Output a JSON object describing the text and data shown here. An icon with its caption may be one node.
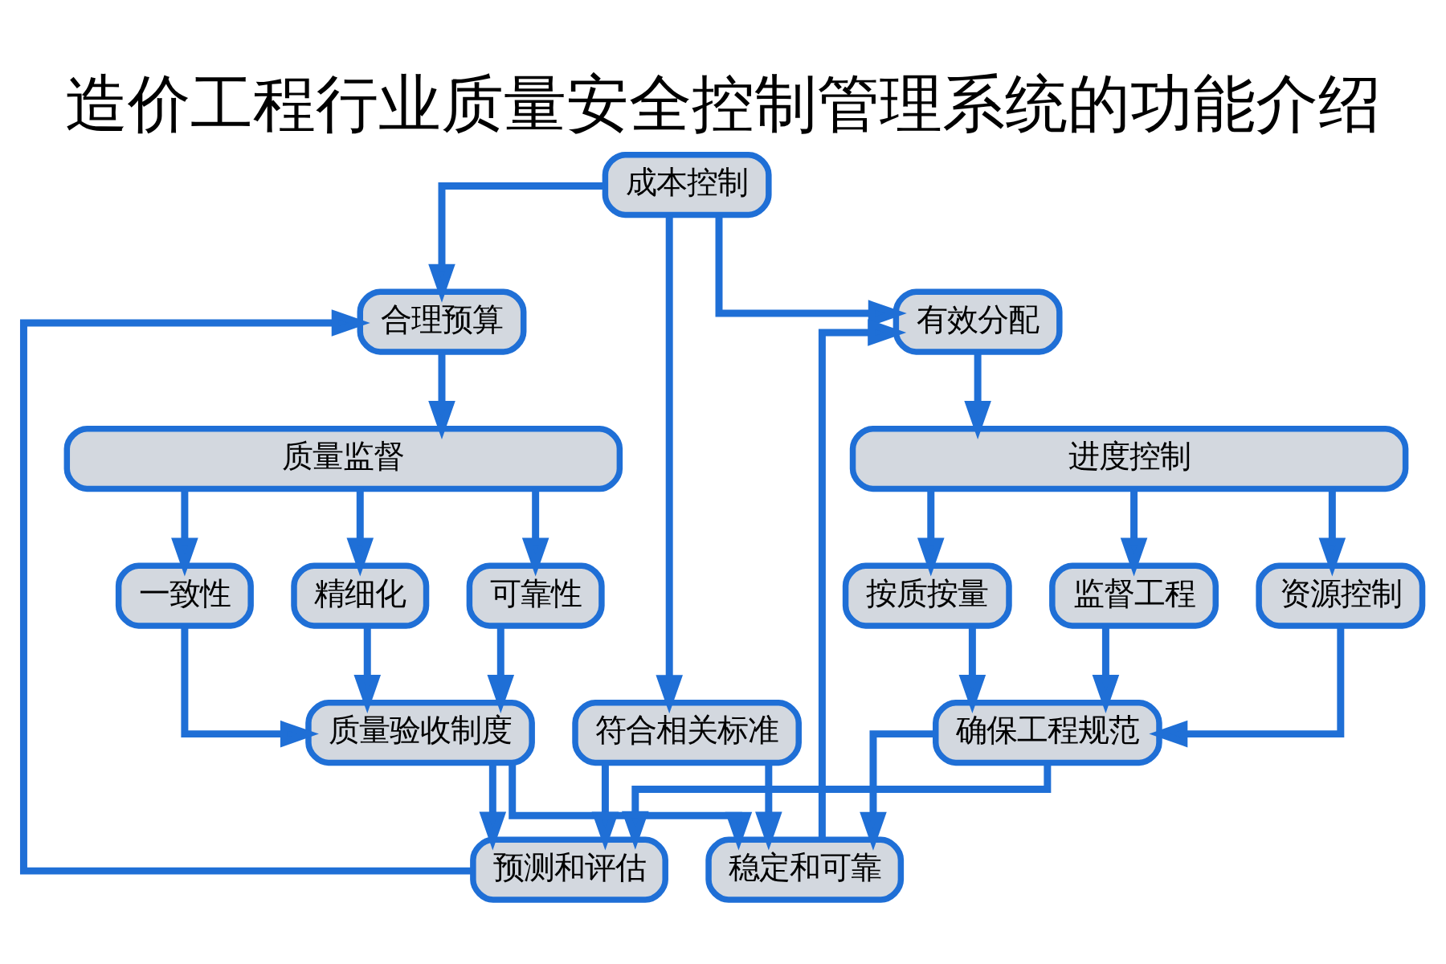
{
  "diagram": {
    "title": "造价工程行业质量安全控制管理系统的功能介绍",
    "nodes": [
      {
        "text": [
          "成本控制"
        ]
      },
      {
        "text": [
          "合理预算"
        ]
      },
      {
        "text": [
          "质量监督"
        ]
      },
      {
        "text": [
          "精细化"
        ]
      },
      {
        "text": [
          "可靠性"
        ]
      },
      {
        "text": [
          "一致性"
        ]
      },
      {
        "text": [
          "质量验收制度"
        ]
      },
      {
        "text": [
          "符合相关标准"
        ]
      },
      {
        "text": [
          "预测和评估"
        ]
      },
      {
        "text": [
          "有效分配"
        ]
      },
      {
        "text": [
          "进度控制"
        ]
      },
      {
        "text": [
          "监督工程"
        ]
      },
      {
        "text": [
          "资源控制"
        ]
      },
      {
        "text": [
          "按质按量"
        ]
      },
      {
        "text": [
          "确保工程规范"
        ]
      },
      {
        "text": [
          "稳定和可靠"
        ]
      }
    ],
    "edges": [
      {
        "from": 0,
        "to": 1,
        "arrow": "to"
      },
      {
        "from": 0,
        "to": 7,
        "arrow": "to"
      },
      {
        "from": 0,
        "to": 9,
        "arrow": "to"
      },
      {
        "from": 1,
        "to": 2,
        "arrow": "to"
      },
      {
        "from": 2,
        "to": 3,
        "arrow": "to"
      },
      {
        "from": 2,
        "to": 4,
        "arrow": "to"
      },
      {
        "from": 2,
        "to": 5,
        "arrow": "to"
      },
      {
        "from": 3,
        "to": 6,
        "arrow": "to"
      },
      {
        "from": 4,
        "to": 6,
        "arrow": "to"
      },
      {
        "from": 5,
        "to": 6,
        "arrow": "to"
      },
      {
        "from": 9,
        "to": 10,
        "arrow": "to"
      },
      {
        "from": 10,
        "to": 11,
        "arrow": "to"
      },
      {
        "from": 10,
        "to": 12,
        "arrow": "to"
      },
      {
        "from": 10,
        "to": 13,
        "arrow": "to"
      },
      {
        "from": 11,
        "to": 14,
        "arrow": "to"
      },
      {
        "from": 12,
        "to": 14,
        "arrow": "to"
      },
      {
        "from": 13,
        "to": 14,
        "arrow": "to"
      },
      {
        "from": 6,
        "to": 8,
        "arrow": "to"
      },
      {
        "from": 6,
        "to": 15,
        "arrow": "to"
      },
      {
        "from": 7,
        "to": 8,
        "arrow": "to"
      },
      {
        "from": 7,
        "to": 15,
        "arrow": "to"
      },
      {
        "from": 14,
        "to": 8,
        "arrow": "to"
      },
      {
        "from": 14,
        "to": 15,
        "arrow": "to"
      },
      {
        "from": 8,
        "to": 1,
        "arrow": "to"
      },
      {
        "from": 15,
        "to": 9,
        "arrow": "to"
      }
    ]
  }
}
